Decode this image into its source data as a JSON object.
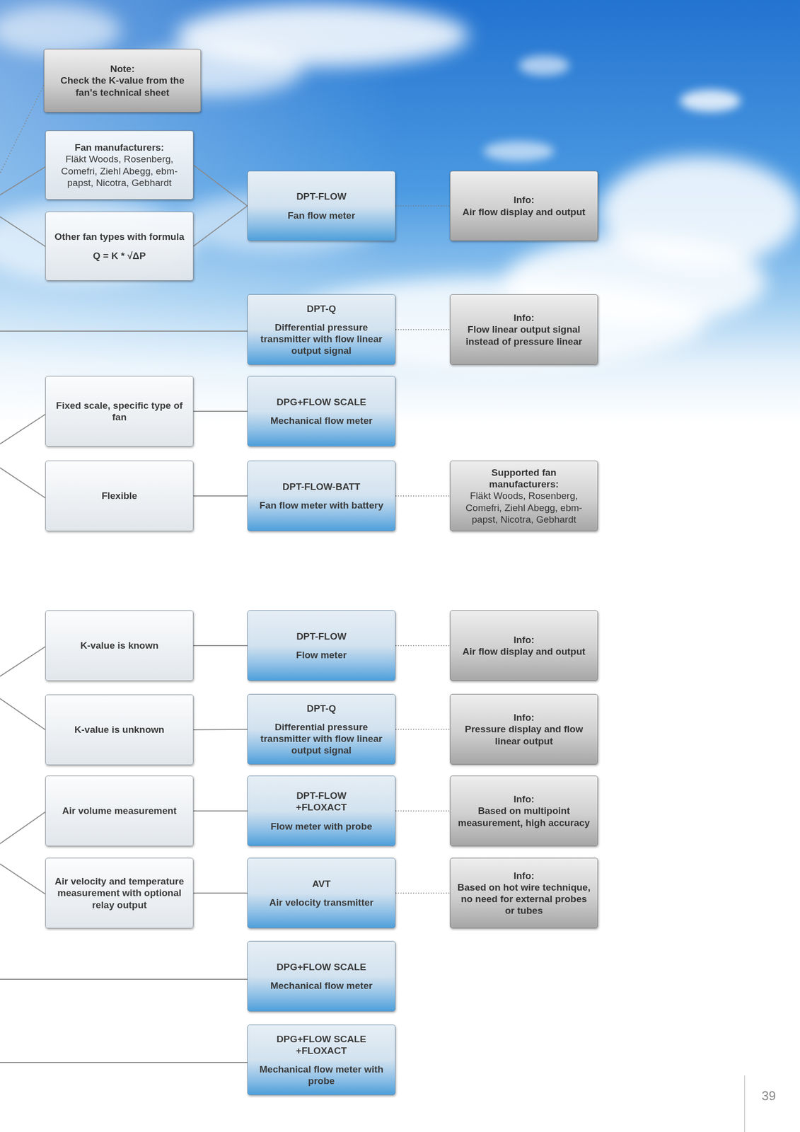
{
  "diagram": {
    "nodes": [
      {
        "text": [
          "Note:",
          "Check the K-value from the fan's technical sheet"
        ]
      },
      {
        "text": [
          "Fan manufacturers:",
          "Fläkt Woods, Rosenberg, Comefri, Ziehl Abegg, ebm-papst, Nicotra, Gebhardt"
        ]
      },
      {
        "text": [
          "Other fan types with formula",
          "Q = K * √ΔP"
        ]
      },
      {
        "text": [
          "DPT-FLOW",
          "Fan flow meter"
        ]
      },
      {
        "text": [
          "Info:",
          "Air flow display and output"
        ]
      },
      {
        "text": [
          "DPT-Q",
          "Differential pressure transmitter with flow linear output signal"
        ]
      },
      {
        "text": [
          "Info:",
          "Flow linear output signal instead of pressure linear"
        ]
      },
      {
        "text": [
          "Fixed scale, specific type of fan"
        ]
      },
      {
        "text": [
          "DPG+FLOW SCALE",
          "Mechanical flow meter"
        ]
      },
      {
        "text": [
          "Flexible"
        ]
      },
      {
        "text": [
          "DPT-FLOW-BATT",
          "Fan flow meter with battery"
        ]
      },
      {
        "text": [
          "Supported fan manufacturers:",
          "Fläkt Woods, Rosenberg, Comefri, Ziehl Abegg, ebm-papst, Nicotra, Gebhardt"
        ]
      },
      {
        "text": [
          "K-value is known"
        ]
      },
      {
        "text": [
          "DPT-FLOW",
          "Flow meter"
        ]
      },
      {
        "text": [
          "Info:",
          "Air flow display and output"
        ]
      },
      {
        "text": [
          "K-value is unknown"
        ]
      },
      {
        "text": [
          "DPT-Q",
          "Differential pressure transmitter with flow linear output signal"
        ]
      },
      {
        "text": [
          "Info:",
          "Pressure display and flow linear output"
        ]
      },
      {
        "text": [
          "Air volume measurement"
        ]
      },
      {
        "text": [
          "DPT-FLOW +FLOXACT",
          "Flow meter with probe"
        ]
      },
      {
        "text": [
          "Info:",
          "Based on multipoint measurement, high accuracy"
        ]
      },
      {
        "text": [
          "Air velocity and temperature measurement with optional relay output"
        ]
      },
      {
        "text": [
          "AVT",
          "Air velocity transmitter"
        ]
      },
      {
        "text": [
          "Info:",
          "Based on hot wire technique, no need for external probes or tubes"
        ]
      },
      {
        "text": [
          "DPG+FLOW SCALE",
          "Mechanical flow meter"
        ]
      },
      {
        "text": [
          "DPG+FLOW SCALE +FLOXACT",
          "Mechanical flow meter with probe"
        ]
      }
    ],
    "edges": [
      {
        "from": 1,
        "to": 3,
        "arrow": "none"
      },
      {
        "from": 2,
        "to": 3,
        "arrow": "none"
      },
      {
        "from": 3,
        "to": 4,
        "arrow": "none"
      },
      {
        "from": 5,
        "to": 6,
        "arrow": "none"
      },
      {
        "from": 7,
        "to": 8,
        "arrow": "none"
      },
      {
        "from": 9,
        "to": 10,
        "arrow": "none"
      },
      {
        "from": 10,
        "to": 11,
        "arrow": "none"
      },
      {
        "from": 12,
        "to": 13,
        "arrow": "none"
      },
      {
        "from": 13,
        "to": 14,
        "arrow": "none"
      },
      {
        "from": 15,
        "to": 16,
        "arrow": "none"
      },
      {
        "from": 16,
        "to": 17,
        "arrow": "none"
      },
      {
        "from": 18,
        "to": 19,
        "arrow": "none"
      },
      {
        "from": 19,
        "to": 20,
        "arrow": "none"
      },
      {
        "from": 21,
        "to": 22,
        "arrow": "none"
      },
      {
        "from": 22,
        "to": 23,
        "arrow": "none"
      }
    ],
    "labels": [
      "39"
    ]
  }
}
